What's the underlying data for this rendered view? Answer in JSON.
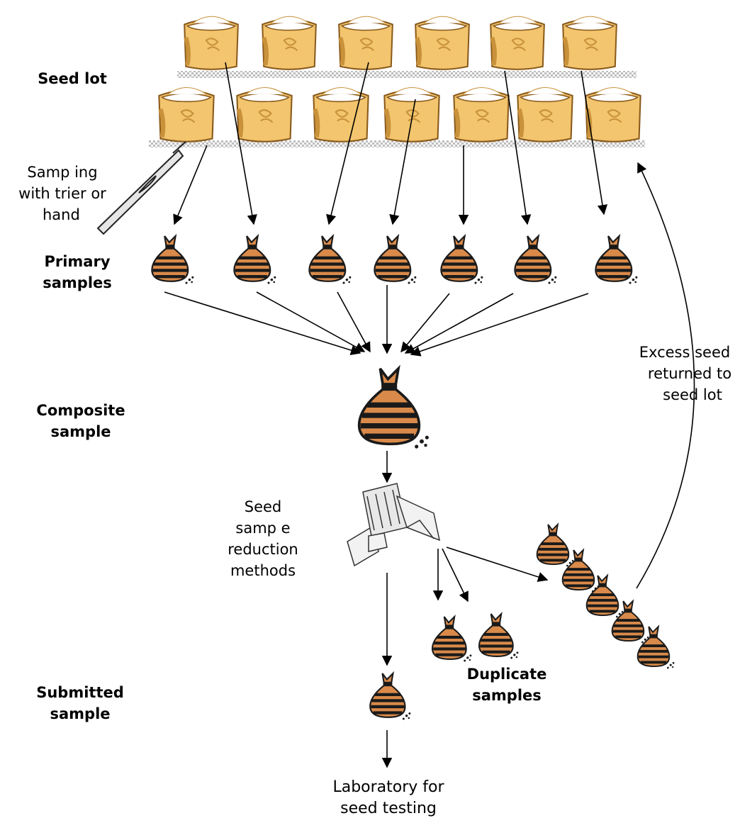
{
  "labels": {
    "seed_lot": "Seed lot",
    "sampling_line1": "Samp ing",
    "sampling_line2": "with trier or",
    "sampling_line3": "hand",
    "primary_line1": "Primary",
    "primary_line2": "samples",
    "composite_line1": "Composite",
    "composite_line2": "sample",
    "reduction_line1": "Seed",
    "reduction_line2": "samp e",
    "reduction_line3": "reduction",
    "reduction_line4": "methods",
    "excess_line1": "Excess seed",
    "excess_line2": "returned to",
    "excess_line3": "seed lot",
    "duplicate_line1": "Duplicate",
    "duplicate_line2": "samples",
    "submitted_line1": "Submitted",
    "submitted_line2": "sample",
    "lab_line1": "Laboratory for",
    "lab_line2": "seed testing"
  },
  "colors": {
    "sack": "#f2c56e",
    "sack_shadow": "#c8913a",
    "seed": "#ffffff",
    "bag": "#d98a4a",
    "bag_stripe": "#1a1a1a",
    "arrow": "#000000"
  },
  "icons": [
    "seed-sack-icon",
    "sample-bag-icon",
    "trier-icon",
    "divider-icon"
  ]
}
